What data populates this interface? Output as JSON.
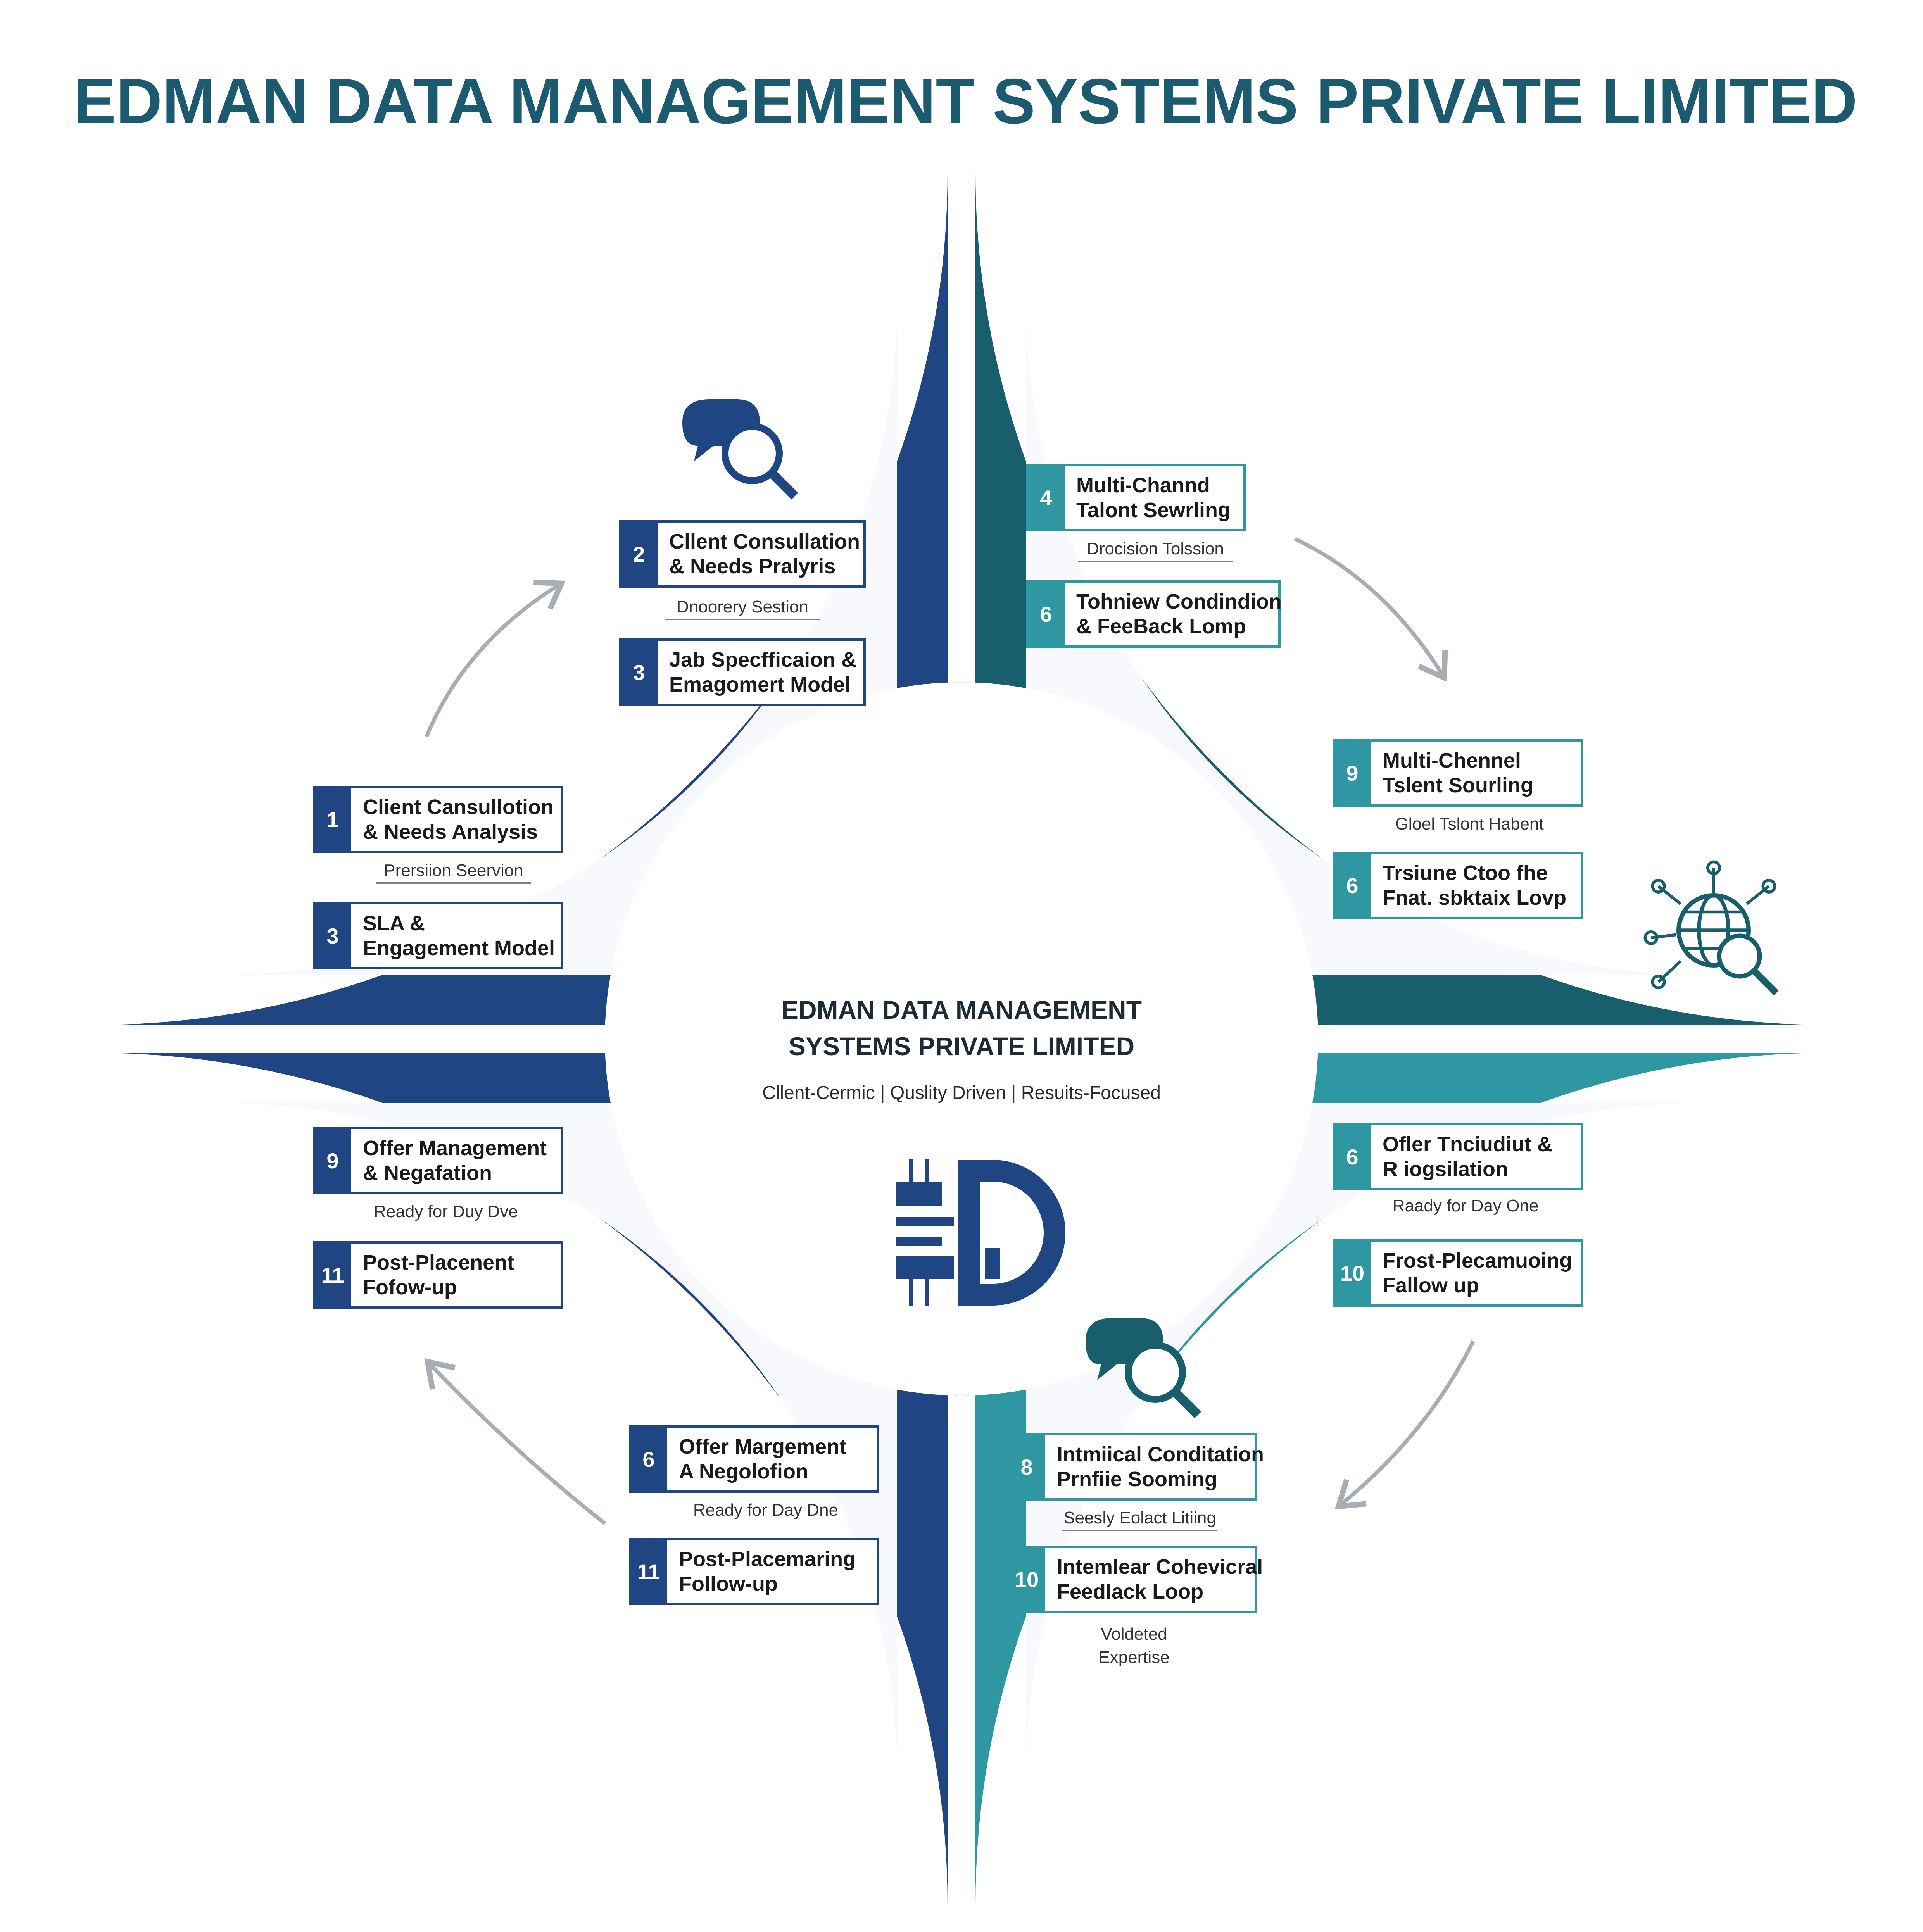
{
  "title": "EDMAN DATA MANAGEMENT SYSTEMS PRIVATE LIMITED",
  "colors": {
    "title": "#1b5a6f",
    "navy": "#1f4582",
    "teal_dark": "#185e6d",
    "teal_light": "#2f97a2",
    "panel": "#f7f9fc"
  },
  "center": {
    "title_line1": "EDMAN DATA MANAGEMENT",
    "title_line2": "SYSTEMS PRIVATE LIMITED",
    "tagline": "Cllent-Cermic | Quslity Driven | Resuits-Focused",
    "logo_icon": "circuit-d-logo-icon"
  },
  "quadrants": {
    "client_engagement": {
      "title_line1": "Client",
      "title_line2": "Engagement",
      "icons": [
        "globe-network-search-icon",
        "chat-search-icon"
      ],
      "steps": [
        {
          "num": "2",
          "line1": "Cllent Consullation",
          "line2": "& Needs Pralyris"
        },
        {
          "num": "3",
          "line1": "Jab Specfficaion &",
          "line2": "Emagomert Model"
        },
        {
          "num": "1",
          "line1": "Client Cansullotion",
          "line2": "& Needs Analysis"
        },
        {
          "num": "3",
          "line1": "SLA &",
          "line2": "Engagement Model"
        }
      ],
      "captions": [
        "Dnoorery Sestion",
        "Prersiion Seervion"
      ]
    },
    "strategic_sourcing": {
      "title_line1": "Strategic Sourcing",
      "title_line2": "Searcing & Screening",
      "icons": [
        "globe-network-search-icon"
      ],
      "steps": [
        {
          "num": "4",
          "line1": "Multi-Channd",
          "line2": "Talont Sewrling"
        },
        {
          "num": "6",
          "line1": "Tohniew Condindion",
          "line2": "& FeeBack Lomp"
        },
        {
          "num": "9",
          "line1": "Multi-Chennel",
          "line2": "Tslent Sourling"
        },
        {
          "num": "6",
          "line1": "Trsiune Ctoo fhe",
          "line2": "Fnat. sbktaix Lovp"
        }
      ],
      "captions": [
        "Drocision Tolssion",
        "Gloel Tslont Habent"
      ]
    },
    "interview_presentation": {
      "title_line1": "Interview Presentation",
      "title_line2": "& Management",
      "icons": [
        "chat-search-icon"
      ],
      "steps": [
        {
          "num": "6",
          "line1": "Ofler Tnciudiut &",
          "line2": "R iogsilation"
        },
        {
          "num": "10",
          "line1": "Frost-Plecamuoing",
          "line2": "Fallow up"
        },
        {
          "num": "8",
          "line1": "Intmiical Conditation",
          "line2": "Prnfiie Sooming"
        },
        {
          "num": "10",
          "line1": "Intemlear Cohevicral",
          "line2": "Feedlack Loop"
        }
      ],
      "captions": [
        "Raady for Day One",
        "Seesly Eolact Litiing",
        "Voldeted",
        "Expertise"
      ]
    },
    "offer_onboarding": {
      "title_line1": "Offert Onabarding",
      "title_line2": "& Support",
      "icons": [],
      "steps": [
        {
          "num": "9",
          "line1": "Offer Management",
          "line2": "& Negafation"
        },
        {
          "num": "11",
          "line1": "Post-Placenent",
          "line2": "Fofow-up"
        },
        {
          "num": "6",
          "line1": "Offer Margement",
          "line2": "A Negolofion"
        },
        {
          "num": "11",
          "line1": "Post-Placemaring",
          "line2": "Follow-up"
        }
      ],
      "captions": [
        "Ready for Duy Dve",
        "Ready for Day Dne"
      ]
    }
  }
}
